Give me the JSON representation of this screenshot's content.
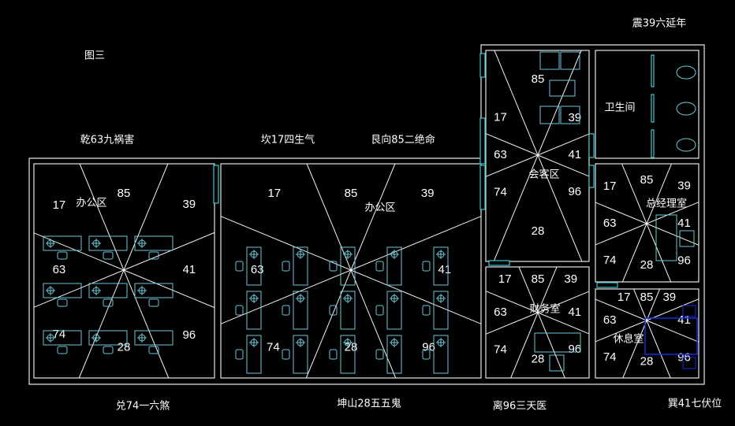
{
  "figure_label": "图三",
  "directions": {
    "qian": "乾63九祸害",
    "kan": "坎17四生气",
    "gen": "艮向85二绝命",
    "zhen": "震39六延年",
    "dui": "兑74一六煞",
    "kun": "坤山28五五鬼",
    "li": "离96三天医",
    "xun": "巽41七伏位"
  },
  "sector_numbers": {
    "N": "85",
    "NE": "39",
    "E": "41",
    "SE": "96",
    "S": "28",
    "SW": "74",
    "W": "63",
    "NW": "17"
  },
  "rooms": {
    "office1": "办公区",
    "office2": "办公区",
    "reception": "会客区",
    "restroom": "卫生间",
    "gm_office": "总经理室",
    "finance": "财务室",
    "lounge": "休息室"
  },
  "colors": {
    "wall": "#e6e6e6",
    "window": "#3cc8d0",
    "furniture": "#6ec8d8",
    "bed": "#1a2bd8"
  }
}
